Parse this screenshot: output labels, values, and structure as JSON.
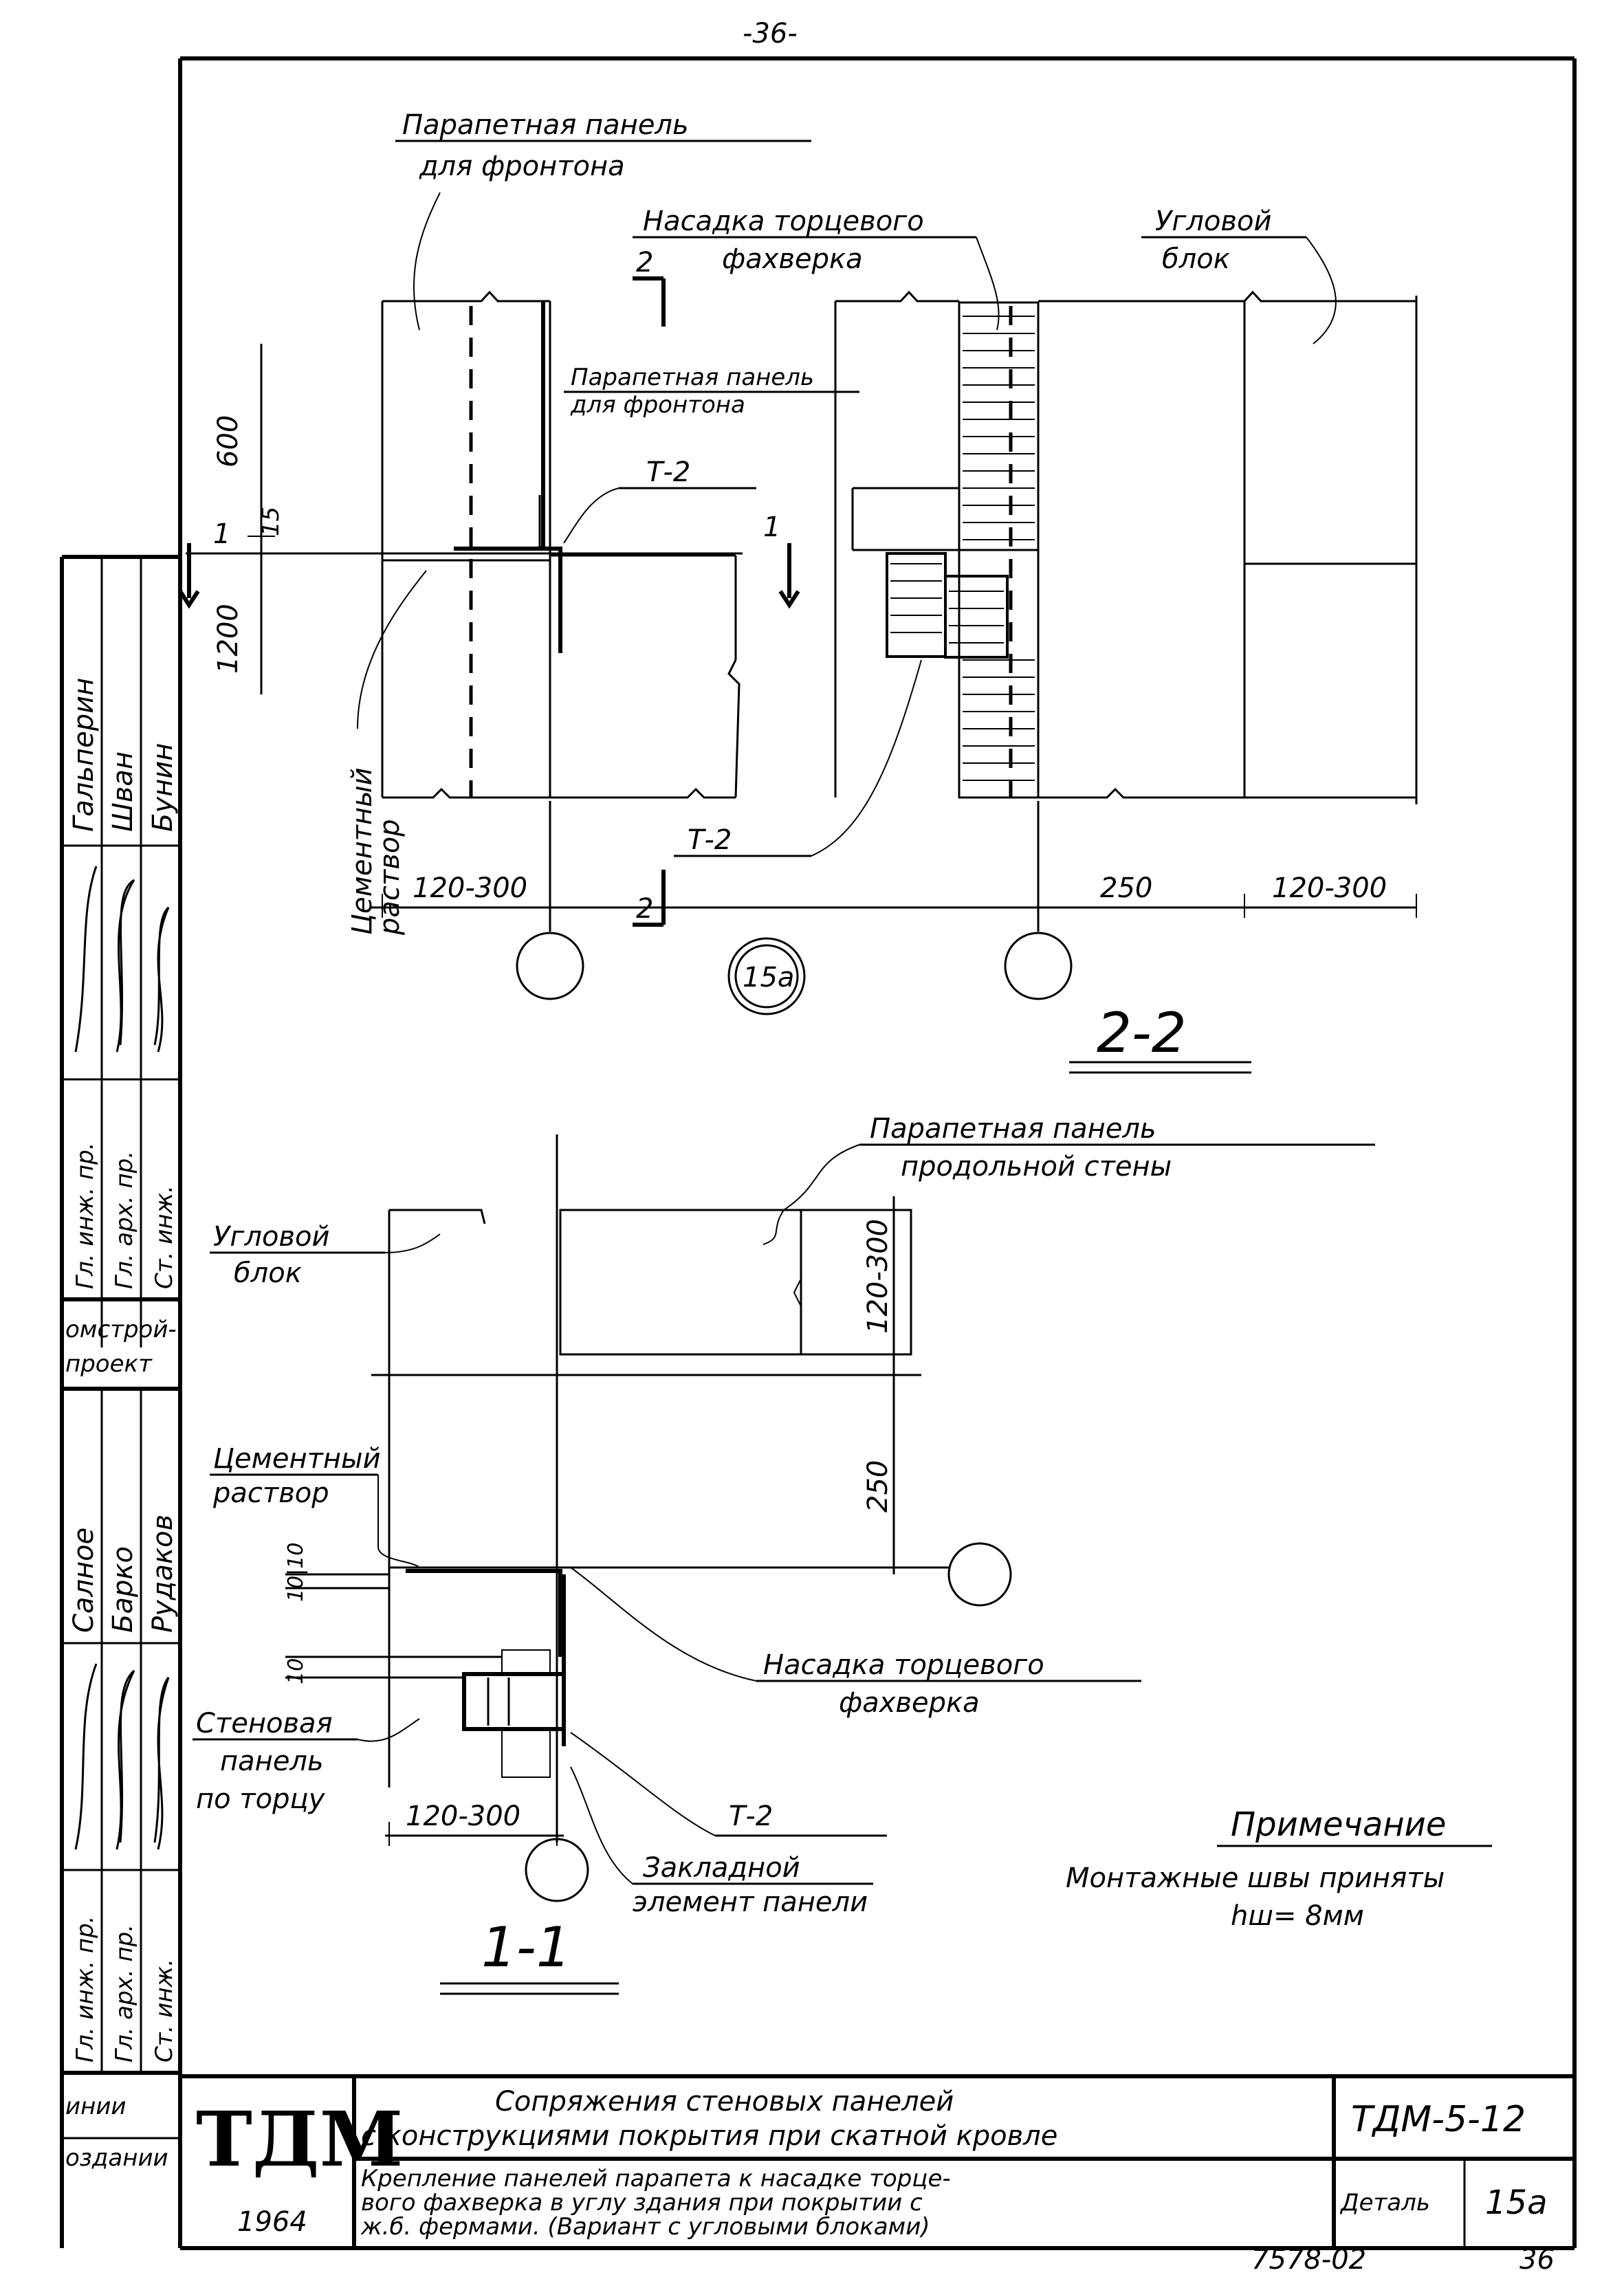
{
  "page_number": "-36-",
  "view_2_2": {
    "label_parapet_fronton": [
      "Парапетная панель",
      "для фронтона"
    ],
    "label_nasadka": [
      "Насадка торцевого",
      "фахверка"
    ],
    "label_uglovoy": [
      "Угловой",
      "блок"
    ],
    "label_parapet_fronton_2": [
      "Парапетная панель",
      "для фронтона"
    ],
    "label_t2_top": "Т-2",
    "label_t2_bottom": "Т-2",
    "label_cement": [
      "Цементный",
      "раствор"
    ],
    "section_mark_2": "2",
    "section_mark_1": "1",
    "dim_600": "600",
    "dim_15": "15",
    "dim_1200": "1200",
    "dim_120_300_left": "120-300",
    "dim_250": "250",
    "dim_120_300_right": "120-300",
    "detail_bubble": "15а",
    "title": "2-2"
  },
  "view_1_1": {
    "label_parapet_long": [
      "Парапетная панель",
      "продольной стены"
    ],
    "label_uglovoy": [
      "Угловой",
      "блок"
    ],
    "label_cement": [
      "Цементный",
      "раствор"
    ],
    "label_stenovaya": [
      "Стеновая",
      "панель",
      "по торцу"
    ],
    "label_nasadka": [
      "Насадка торцевого",
      "фахверка"
    ],
    "label_t2": "Т-2",
    "label_zakladnoy": [
      "Закладной",
      "элемент панели"
    ],
    "dim_120_300_v": "120-300",
    "dim_250": "250",
    "dim_10_10": "10|10",
    "dim_small": "10",
    "dim_120_300_h": "120-300",
    "title": "1-1"
  },
  "note": {
    "heading": "Примечание",
    "text": "Монтажные швы приняты",
    "formula": "hш= 8мм"
  },
  "side_stamp": {
    "names_top": [
      "Гальперин",
      "Шван",
      "Бунин"
    ],
    "roles_top": [
      "Гл. инж. пр.",
      "Гл. арх. пр.",
      "Ст. инж."
    ],
    "org": [
      "омстрой-",
      "проект"
    ],
    "names_bottom": [
      "Салное",
      "Барко",
      "Рудаков"
    ],
    "roles_bottom": [
      "Гл. инж. пр.",
      "Гл. арх. пр.",
      "Ст. инж."
    ],
    "footer": [
      "инии",
      "оздании"
    ]
  },
  "title_block": {
    "logo": "ТДМ",
    "year": "1964",
    "line1": "Сопряжения стеновых панелей",
    "line2": "с конструкциями покрытия при скатной кровле",
    "line3": "Крепление панелей парапета к насадке торце-",
    "line4": "вого фахверка в углу здания при покрытии с",
    "line5": "ж.б. фермами. (Вариант с угловыми блоками)",
    "code": "ТДМ-5-12",
    "detail_label": "Деталь",
    "detail_value": "15а"
  },
  "footer": {
    "inventory": "7578-02",
    "sheet": "36"
  }
}
